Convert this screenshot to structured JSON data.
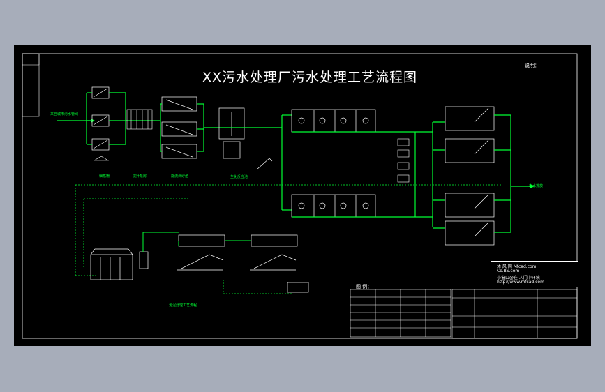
{
  "drawing": {
    "title": "XX污水处理厂污水处理工艺流程图",
    "notes_title": "说明：",
    "legend_title": "图 例：",
    "colors": {
      "background": "#000000",
      "outer": "#a7adba",
      "process_line": "#00ff33",
      "equipment": "#ffffff",
      "dashed_line": "#00ff33"
    }
  },
  "labels": {
    "inlet": "来自城市污水管网",
    "outlet": "出水排放",
    "grit": "细格栅",
    "lift": "提升泵房",
    "grit_chamber": "旋流沉砂池",
    "biotank": "生化反应池",
    "sludge_section": "污泥处理工艺流程"
  },
  "watermark": {
    "line1": "沐 风 网 Mfcad.com",
    "line2": "Co.BS.com",
    "line3": "小窗口@在 人门中环境",
    "line4": "http://www.mfcad.com"
  }
}
